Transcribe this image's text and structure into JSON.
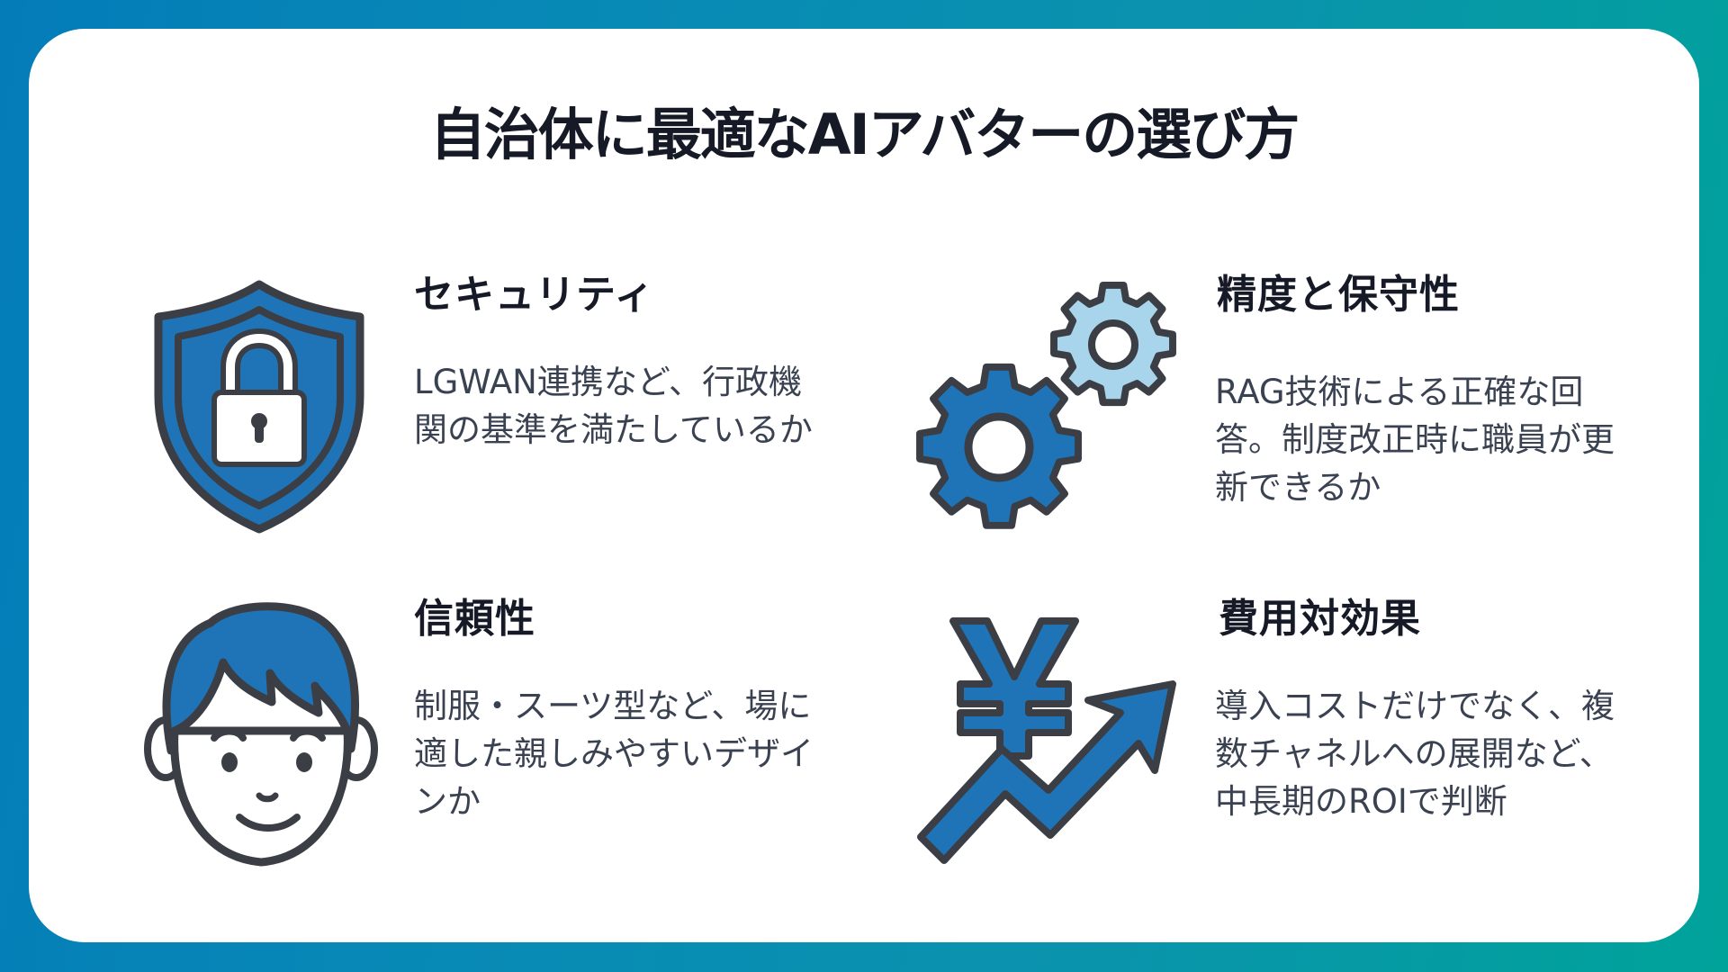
{
  "title": "自治体に最適なAIアバターの選び方",
  "colors": {
    "accent_blue": "#1f74b8",
    "light_blue": "#a9d5ec",
    "outline": "#3b3f45",
    "heading_text": "#151a26",
    "body_text": "#3a4252",
    "background_start": "#047cb8",
    "background_end": "#00a39a"
  },
  "features": [
    {
      "icon": "shield-lock-icon",
      "heading": "セキュリティ",
      "lines": [
        "LGWAN連携など、行政機",
        "関の基準を満たしているか"
      ]
    },
    {
      "icon": "gears-icon",
      "heading": "精度と保守性",
      "lines": [
        "RAG技術による正確な回",
        "答。制度改正時に職員が更",
        "新できるか"
      ]
    },
    {
      "icon": "person-face-icon",
      "heading": "信頼性",
      "lines": [
        "制服・スーツ型など、場に",
        "適した親しみやすいデザイ",
        "ンか"
      ]
    },
    {
      "icon": "yen-growth-arrow-icon",
      "heading": "費用対効果",
      "lines": [
        "導入コストだけでなく、複",
        "数チャネルへの展開など、",
        "中長期のROIで判断"
      ]
    }
  ]
}
